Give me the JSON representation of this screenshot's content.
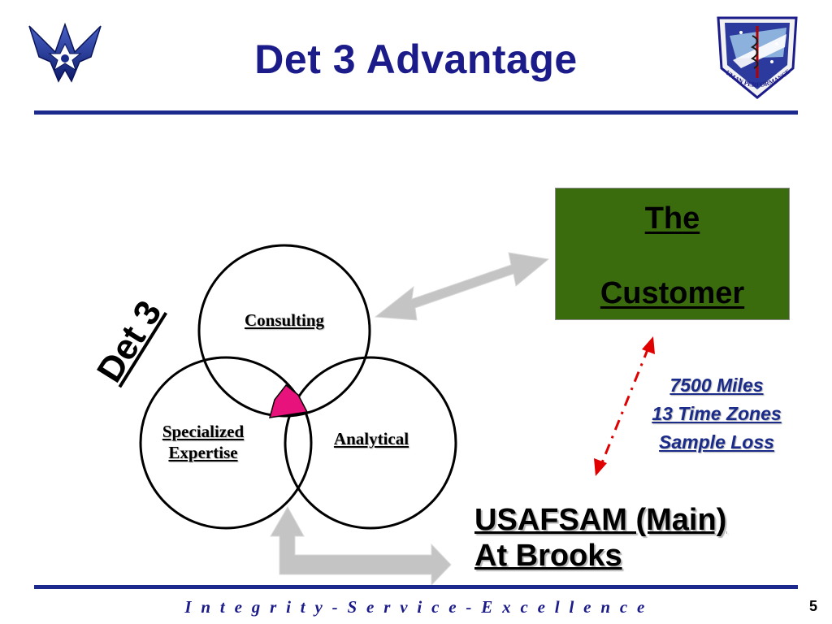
{
  "slide": {
    "title": "Det 3 Advantage",
    "page_number": "5",
    "footer": "I n t e g r i t y - S e r v i c e - E x c e l l e n c e"
  },
  "logos": {
    "left": "air-force-symbol",
    "right": "711th Human Performance Wing seal",
    "right_text": "711th HUMAN PERFORMANCE WING"
  },
  "diagram": {
    "group_label": "Det 3",
    "circles": {
      "top": "Consulting",
      "left_line1": "Specialized",
      "left_line2": "Expertise",
      "right": "Analytical"
    },
    "customer_line1": "The",
    "customer_line2": "Customer",
    "distance_lines": [
      "7500 Miles",
      "13 Time Zones",
      "Sample Loss"
    ],
    "usafsam_line1": "USAFSAM (Main)",
    "usafsam_line2": "At Brooks"
  },
  "colors": {
    "title": "#1b1b8a",
    "rule": "#1b2a8c",
    "customer_box": "#3a6b0c",
    "overlap": "#e8127c",
    "arrow": "#c0c0c0",
    "dashed_arrow": "#e00000"
  }
}
